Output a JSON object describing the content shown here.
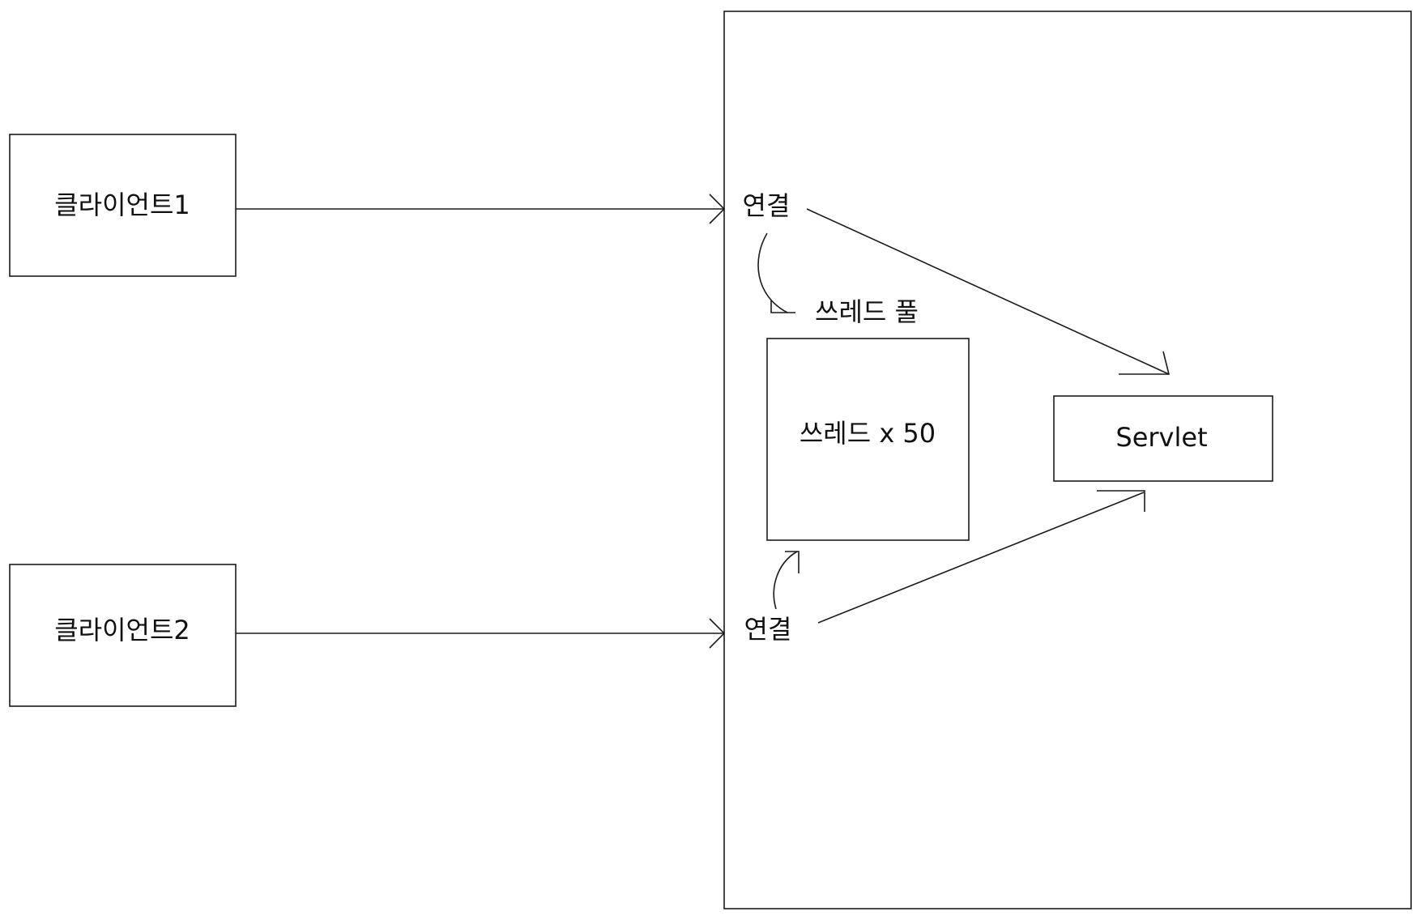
{
  "clients": [
    {
      "label": "클라이언트1"
    },
    {
      "label": "클라이언트2"
    }
  ],
  "server": {
    "connection_labels": [
      "연결",
      "연결"
    ],
    "thread_pool_label": "쓰레드 풀",
    "thread_box_label": "쓰레드 x 50",
    "servlet_label": "Servlet"
  }
}
